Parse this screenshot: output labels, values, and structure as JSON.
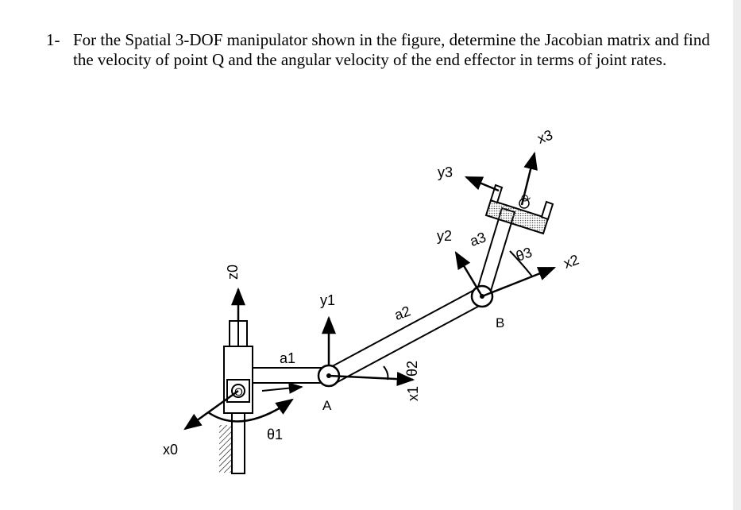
{
  "problem": {
    "number": "1-",
    "text": "For the Spatial 3-DOF manipulator shown in the figure, determine the Jacobian matrix and find the velocity of point Q and the angular velocity of the end effector in terms of joint rates."
  },
  "figure": {
    "labels": {
      "x0": "x0",
      "z0": "z0",
      "y1": "y1",
      "a1": "a1",
      "theta1": "θ1",
      "A": "A",
      "a2": "a2",
      "theta2": "θ2",
      "x1": "x1",
      "y2": "y2",
      "a3": "a3",
      "theta3": "θ3",
      "x2": "x2",
      "B": "B",
      "y3": "y3",
      "x3": "x3",
      "Q": "Q",
      "O": "O"
    }
  }
}
